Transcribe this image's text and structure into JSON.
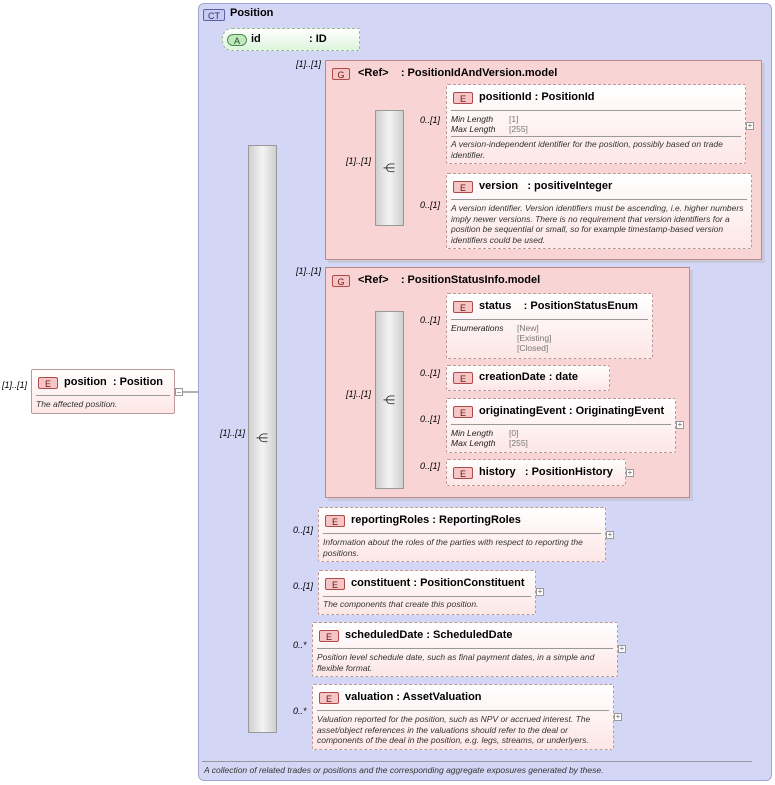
{
  "root": {
    "multiplicity": "[1]..[1]",
    "badge": "E",
    "name": "position",
    "type": ": Position",
    "doc": "The affected position."
  },
  "complex_type": {
    "badge": "CT",
    "name": "Position",
    "doc": "A collection of related trades or positions and the corresponding aggregate exposures generated by these."
  },
  "attribute": {
    "badge": "A",
    "name": "id",
    "type": ": ID"
  },
  "main_sequence": {
    "multiplicity": "[1]..[1]"
  },
  "group1": {
    "multiplicity": "[1]..[1]",
    "badge": "G",
    "ref": "<Ref>",
    "name": ": PositionIdAndVersion.model",
    "seq_multiplicity": "[1]..[1]",
    "elements": [
      {
        "multiplicity": "0..[1]",
        "badge": "E",
        "name": "positionId",
        "type": ": PositionId",
        "facets": [
          {
            "label": "Min Length",
            "value": "[1]"
          },
          {
            "label": "Max Length",
            "value": "[255]"
          }
        ],
        "doc": "A version-independent identifier for the position, possibly based on trade identifier."
      },
      {
        "multiplicity": "0..[1]",
        "badge": "E",
        "name": "version",
        "type": ": positiveInteger",
        "doc": "A version identifier. Version identifiers must be ascending, i.e. higher numbers imply newer versions. There is no requirement that version identifiers for a position be sequential or small, so for example timestamp-based version identifiers could be used."
      }
    ]
  },
  "group2": {
    "multiplicity": "[1]..[1]",
    "badge": "G",
    "ref": "<Ref>",
    "name": ": PositionStatusInfo.model",
    "seq_multiplicity": "[1]..[1]",
    "elements": [
      {
        "multiplicity": "0..[1]",
        "badge": "E",
        "name": "status",
        "type": ": PositionStatusEnum",
        "enum_label": "Enumerations",
        "enums": [
          "[New]",
          "[Existing]",
          "[Closed]"
        ]
      },
      {
        "multiplicity": "0..[1]",
        "badge": "E",
        "name": "creationDate",
        "type": ": date"
      },
      {
        "multiplicity": "0..[1]",
        "badge": "E",
        "name": "originatingEvent",
        "type": ": OriginatingEvent",
        "facets": [
          {
            "label": "Min Length",
            "value": "[0]"
          },
          {
            "label": "Max Length",
            "value": "[255]"
          }
        ]
      },
      {
        "multiplicity": "0..[1]",
        "badge": "E",
        "name": "history",
        "type": ": PositionHistory"
      }
    ]
  },
  "elements": [
    {
      "multiplicity": "0..[1]",
      "badge": "E",
      "name": "reportingRoles",
      "type": ": ReportingRoles",
      "doc": "Information about the roles of the parties with respect to reporting the positions."
    },
    {
      "multiplicity": "0..[1]",
      "badge": "E",
      "name": "constituent",
      "type": ": PositionConstituent",
      "doc": "The components that create this position."
    },
    {
      "multiplicity": "0..*",
      "badge": "E",
      "name": "scheduledDate",
      "type": ": ScheduledDate",
      "doc": "Position level schedule date, such as final payment dates, in a simple and flexible format."
    },
    {
      "multiplicity": "0..*",
      "badge": "E",
      "name": "valuation",
      "type": ": AssetValuation",
      "doc": "Valuation reported for the position, such as NPV or accrued interest. The asset/object references in the valuations should refer to the deal or components of the deal in the position, e.g. legs, streams, or underlyers."
    }
  ],
  "icons": {
    "sequence": "sequence-compositor-icon",
    "expand": "expand-plus-icon",
    "collapse": "collapse-minus-icon"
  }
}
